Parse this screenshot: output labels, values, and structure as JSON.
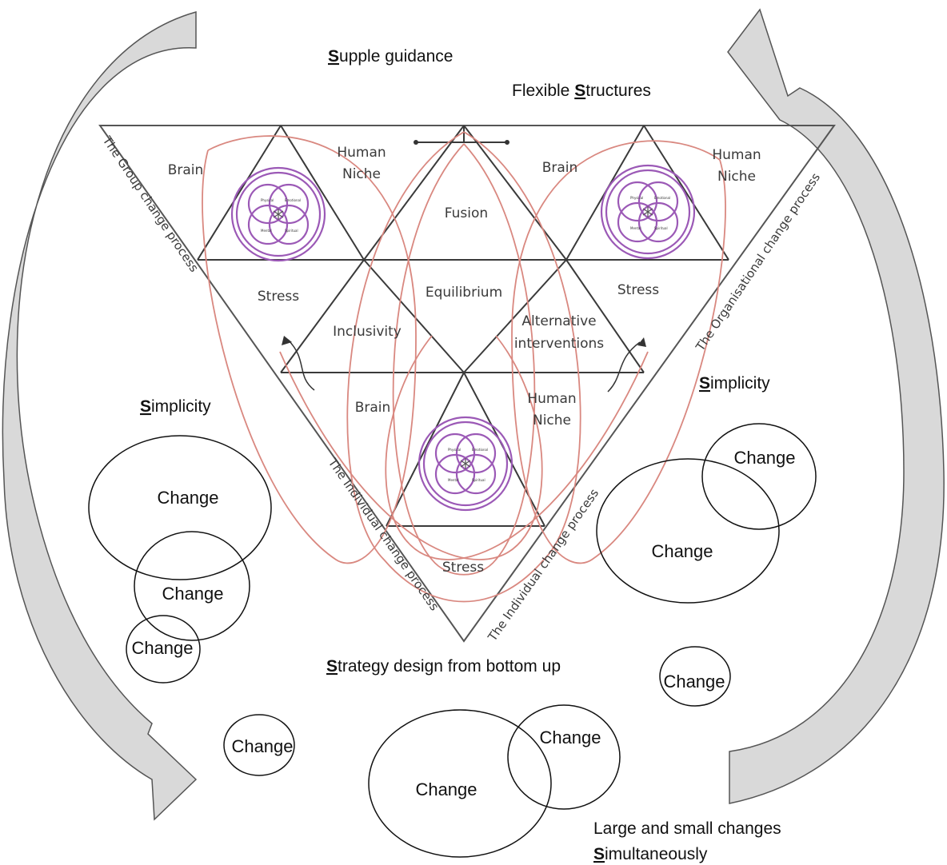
{
  "top": {
    "supple_guidance": {
      "first": "S",
      "rest": "upple guidance"
    },
    "flexible_structures": {
      "prefix": "Flexible ",
      "first": "S",
      "rest": "tructures"
    }
  },
  "sides": {
    "left": "The Group change process",
    "right": "The Organisational change process",
    "bottom_left": "The Individual change process",
    "bottom_right": "The Individual change process"
  },
  "cells": {
    "brain_left": "Brain",
    "human_niche_top": [
      "Human",
      "Niche"
    ],
    "fusion": "Fusion",
    "brain_right": "Brain",
    "human_niche_right": [
      "Human",
      "Niche"
    ],
    "stress_left": "Stress",
    "equilibrium": "Equilibrium",
    "stress_right": "Stress",
    "inclusivity": "Inclusivity",
    "alternative_interventions": [
      "Alternative",
      "interventions"
    ],
    "brain_bottom": "Brain",
    "human_niche_bottom": [
      "Human",
      "Niche"
    ],
    "stress_bottom": "Stress"
  },
  "ring_labels": [
    "Physical",
    "Emotional",
    "Mental",
    "Spiritual"
  ],
  "simplicity_left": {
    "first": "S",
    "rest": "implicity"
  },
  "simplicity_right": {
    "first": "S",
    "rest": "implicity"
  },
  "strategy": {
    "first": "S",
    "rest": "trategy design from bottom up"
  },
  "large_small": {
    "line1": "Large and small changes",
    "line2_first": "S",
    "line2_rest": "imultaneously"
  },
  "change_label": "Change"
}
